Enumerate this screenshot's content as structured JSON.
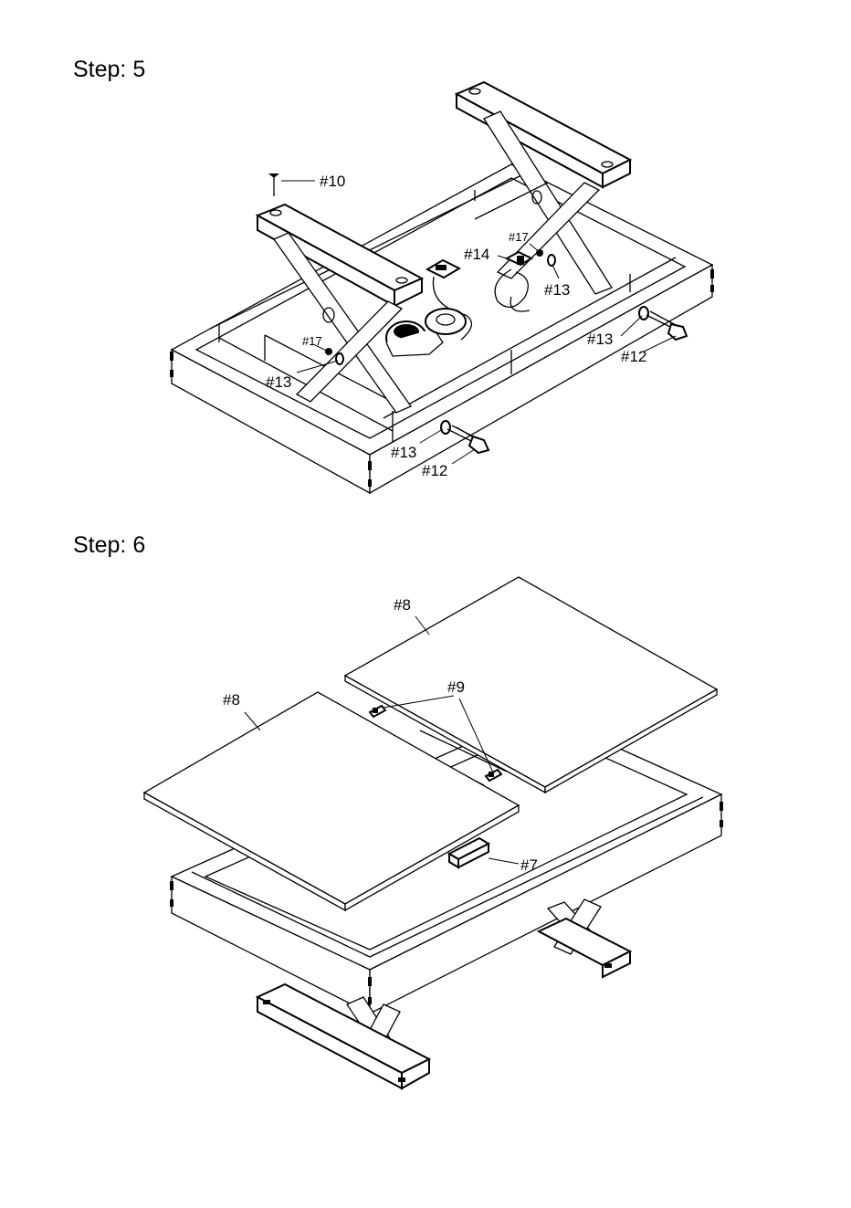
{
  "steps": [
    {
      "title": "Step: 5",
      "labels": [
        "#10",
        "#14",
        "#17",
        "#13",
        "#17",
        "#13",
        "#13",
        "#12",
        "#13",
        "#12"
      ]
    },
    {
      "title": "Step: 6",
      "labels": [
        "#8",
        "#8",
        "#9",
        "#7"
      ]
    }
  ]
}
